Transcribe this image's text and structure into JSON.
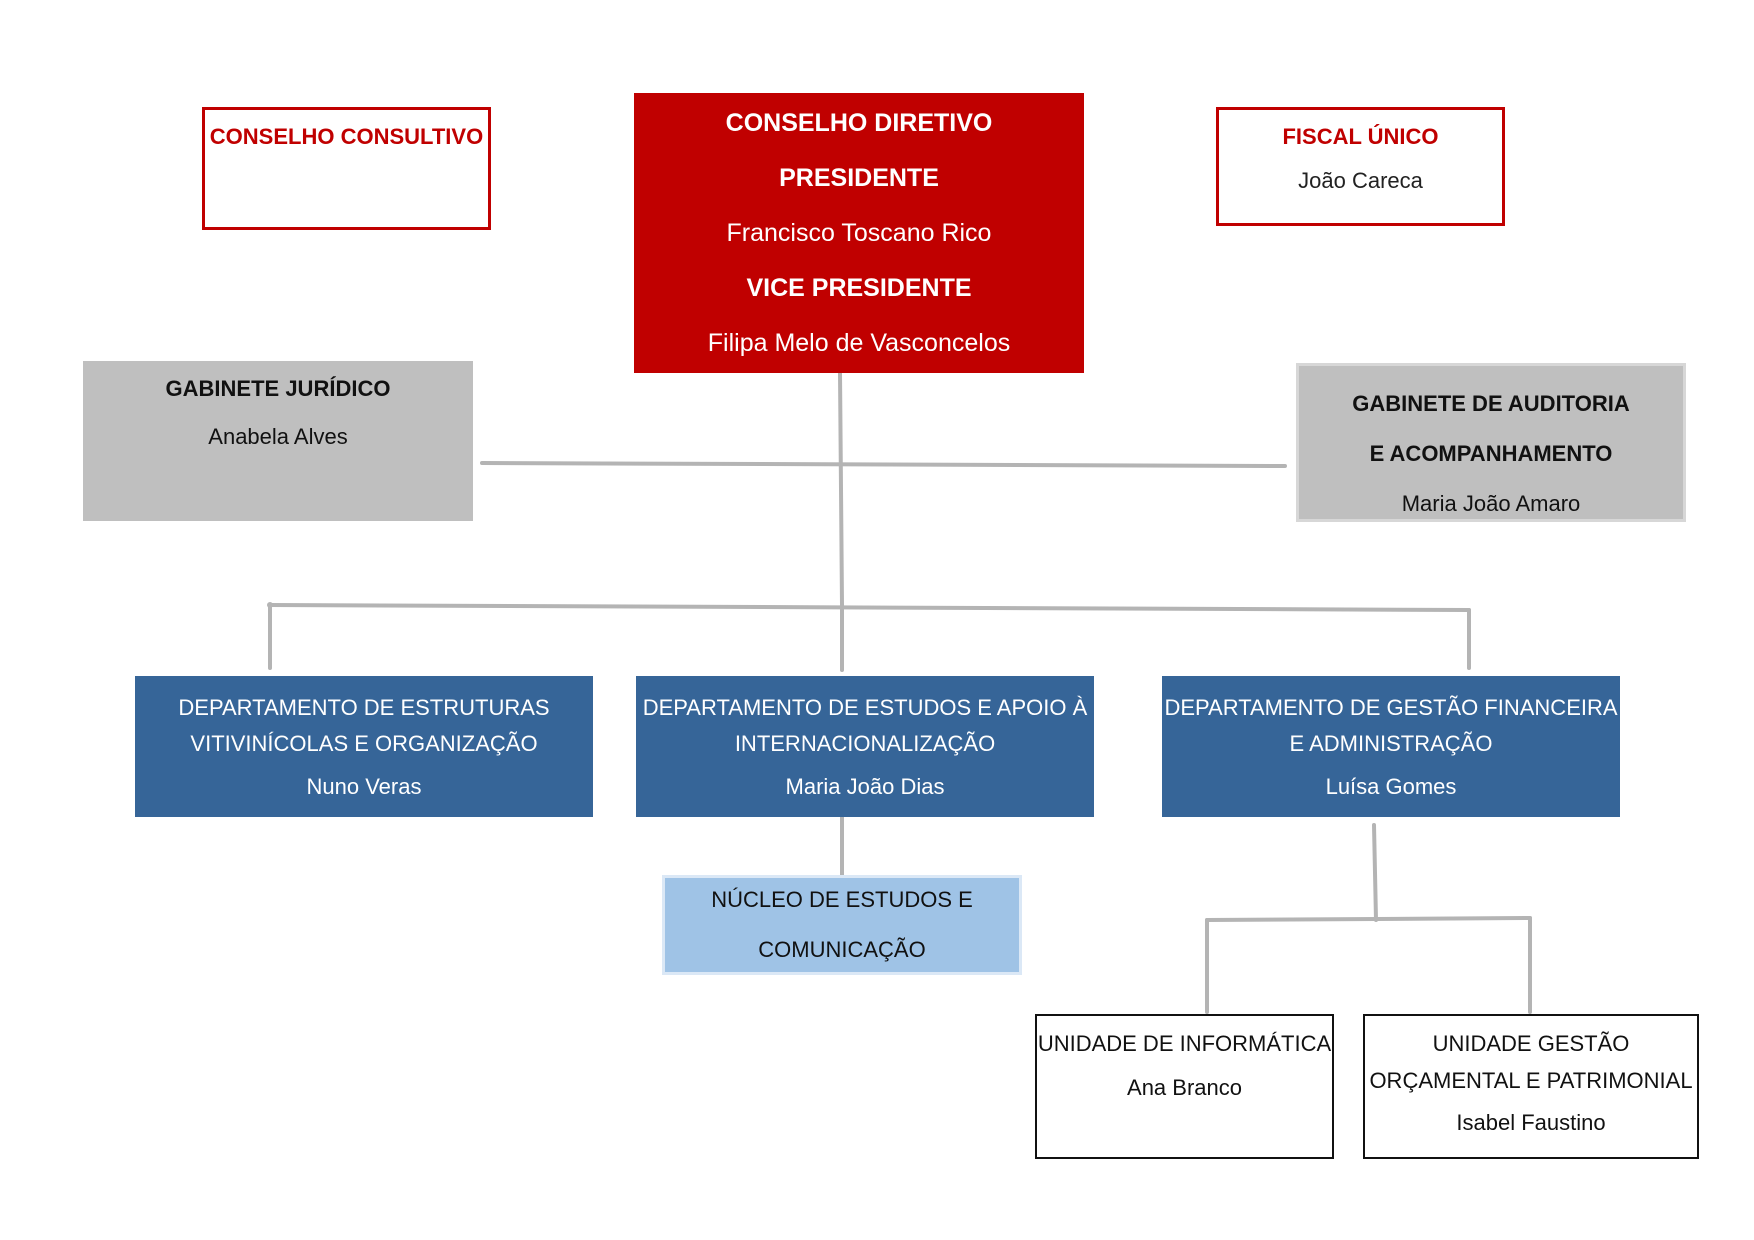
{
  "conselho_consultivo": {
    "title": "CONSELHO CONSULTIVO"
  },
  "conselho_diretivo": {
    "title": "CONSELHO DIRETIVO",
    "presidente_label": "PRESIDENTE",
    "presidente_name": "Francisco Toscano Rico",
    "vice_label": "VICE PRESIDENTE",
    "vice_name": "Filipa Melo de Vasconcelos"
  },
  "fiscal_unico": {
    "title": "FISCAL ÚNICO",
    "name": "João Careca"
  },
  "gabinete_juridico": {
    "title": "GABINETE JURÍDICO",
    "name": "Anabela Alves"
  },
  "gabinete_auditoria": {
    "title_line1": "GABINETE DE AUDITORIA",
    "title_line2": "E ACOMPANHAMENTO",
    "name": "Maria João Amaro"
  },
  "departments": [
    {
      "line1": "DEPARTAMENTO DE ESTRUTURAS",
      "line2": "VITIVINÍCOLAS E ORGANIZAÇÃO",
      "name": "Nuno Veras"
    },
    {
      "line1": "DEPARTAMENTO DE ESTUDOS E APOIO À",
      "line2": "INTERNACIONALIZAÇÃO",
      "name": "Maria João Dias"
    },
    {
      "line1": "DEPARTAMENTO DE GESTÃO FINANCEIRA",
      "line2": "E ADMINISTRAÇÃO",
      "name": "Luísa Gomes"
    }
  ],
  "nucleo": {
    "line1": "NÚCLEO DE ESTUDOS E",
    "line2": "COMUNICAÇÃO"
  },
  "units": [
    {
      "line1": "UNIDADE DE INFORMÁTICA",
      "name": "Ana Branco"
    },
    {
      "line1": "UNIDADE GESTÃO",
      "line2": "ORÇAMENTAL E PATRIMONIAL",
      "name": "Isabel Faustino"
    }
  ],
  "colors": {
    "board_red": "#c00000",
    "gabinete_gray": "#bfbfbf",
    "department_blue": "#366598",
    "nucleo_light_blue": "#9fc3e6",
    "connector_gray": "#b4b4b4"
  }
}
